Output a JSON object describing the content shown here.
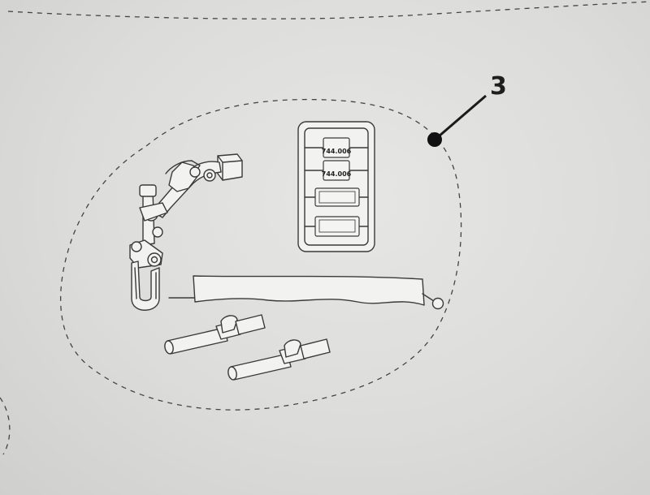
{
  "step": {
    "number": "3"
  },
  "plates": [
    {
      "top": "",
      "main": "744.006"
    },
    {
      "top": "",
      "main": "744.006"
    },
    {
      "top": "",
      "main": "",
      "bottom": ""
    },
    {
      "top": "",
      "main": "",
      "bottom": ""
    }
  ],
  "colors": {
    "ink": "#3a3a3a",
    "paper": "#e4e4e2",
    "callout_dot": "#111111"
  }
}
